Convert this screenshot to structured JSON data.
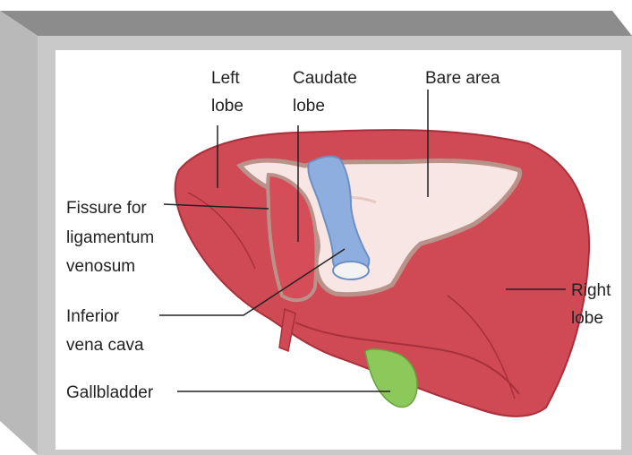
{
  "labels": {
    "left_lobe": [
      "Left",
      "lobe"
    ],
    "caudate_lobe": [
      "Caudate",
      "lobe"
    ],
    "bare_area": "Bare area",
    "fissure": [
      "Fissure for",
      "ligamentum",
      "venosum"
    ],
    "ivc": [
      "Inferior",
      "vena cava"
    ],
    "gallbladder": "Gallbladder",
    "right_lobe": [
      "Right",
      "lobe"
    ]
  },
  "icons": {
    "frame": "beveled-3d-frame",
    "liver": "liver-posterior-view-illustration"
  },
  "colors": {
    "frame_top": "#8c8c8c",
    "frame_left": "#b9b9b9",
    "frame_panel": "#c9c9c9",
    "liver": "#cf4a55",
    "liver_dark": "#a8303c",
    "bare_area": "#f7e6e3",
    "bare_border": "#b9938a",
    "caudate": "#d44d58",
    "vena_cava": "#8eaee0",
    "gallbladder": "#8cc85a",
    "leader_line": "#222222"
  }
}
